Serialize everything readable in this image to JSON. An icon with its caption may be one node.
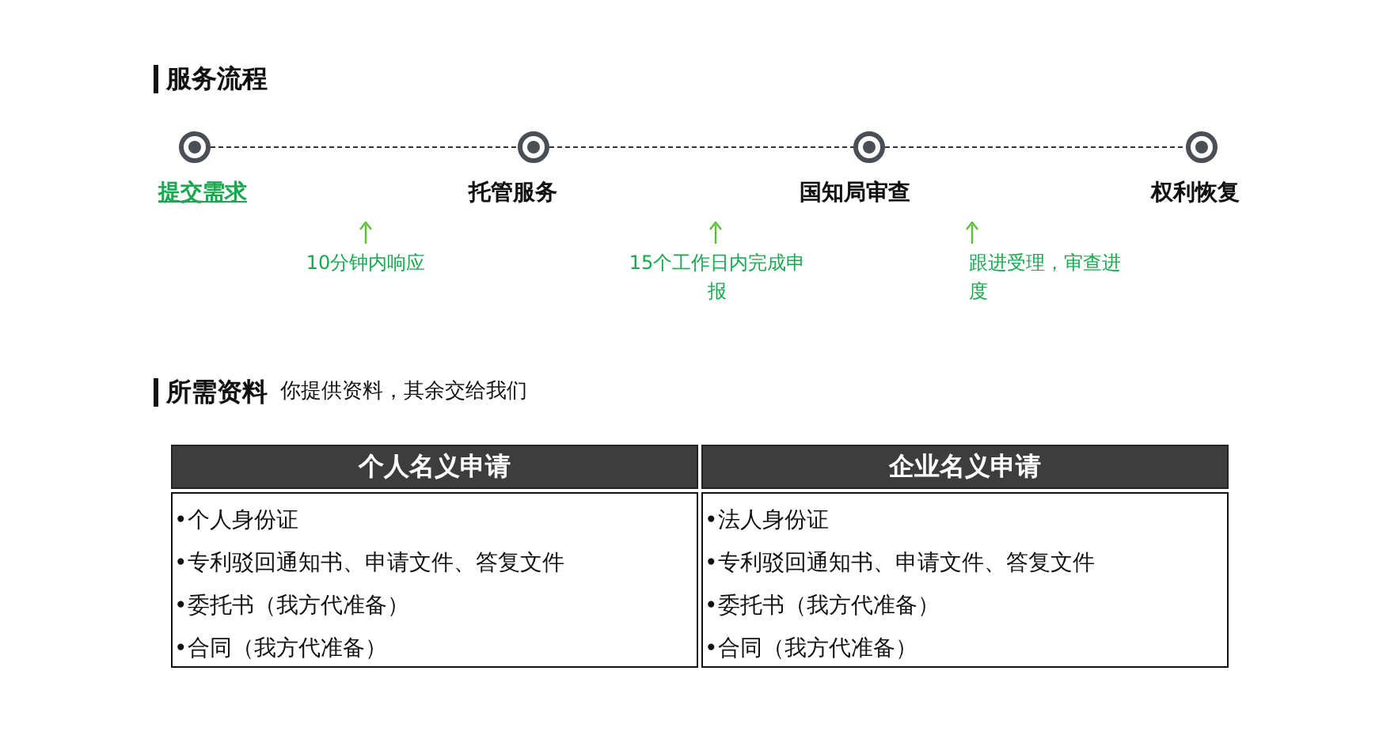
{
  "diagram": {
    "title": "服务流程",
    "nodes": [
      {
        "text": [
          "提交需求"
        ]
      },
      {
        "text": [
          "托管服务"
        ]
      },
      {
        "text": [
          "国知局审查"
        ]
      },
      {
        "text": [
          "权利恢复"
        ]
      }
    ],
    "edges": [
      {
        "from": 0,
        "to": 1,
        "arrow": "none",
        "style": "dashed"
      },
      {
        "from": 1,
        "to": 2,
        "arrow": "none",
        "style": "dashed"
      },
      {
        "from": 2,
        "to": 3,
        "arrow": "none",
        "style": "dashed"
      }
    ],
    "labels": [
      "10分钟内响应",
      "15个工作日内完成申报",
      "跟进受理，审查进度",
      "所需资料",
      "你提供资料，其余交给我们",
      "个人名义申请",
      "企业名义申请",
      "•个人身份证",
      "•专利驳回通知书、申请文件、答复文件",
      "•委托书（我方代准备）",
      "•合同（我方代准备）",
      "•法人身份证",
      "•专利驳回通知书、申请文件、答复文件",
      "•委托书（我方代准备）",
      "•合同（我方代准备）"
    ]
  }
}
